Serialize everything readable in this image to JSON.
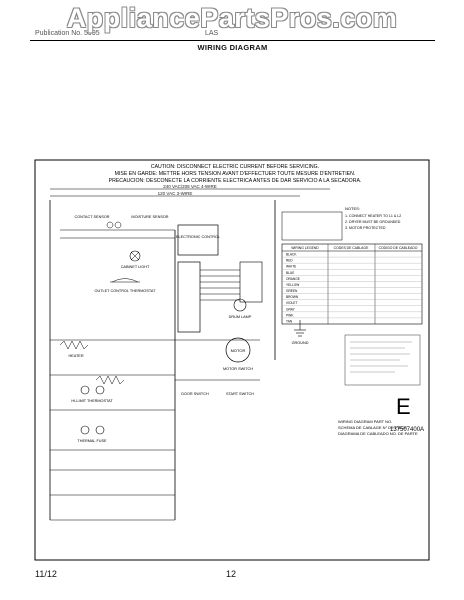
{
  "watermark": "AppliancePartsPros.com",
  "header": {
    "left_text": "Publication No. 5995",
    "right_text": "LAS",
    "title": "WIRING DIAGRAM"
  },
  "caution": {
    "line1": "CAUTION:  DISCONNECT ELECTRIC CURRENT BEFORE SERVICING.",
    "line2": "MISE EN GARDE:  METTRE HORS TENSION AVANT D'EFFECTUER TOUTE MESURE D'ENTRETIEN.",
    "line3": "PRECAUCION:  DESCONECTE LA CORRIENTE ELECTRICA ANTES DE DAR SERVICIO A LA SECADORA."
  },
  "voltage_labels": {
    "v240": "240 VAC/208 VAC 4-WIRE",
    "v120": "120 VAC 3-WIRE"
  },
  "components": {
    "contact_sensor": "CONTACT SENSOR",
    "moisture_sensor": "MOISTURE SENSOR",
    "electronic_control": "ELECTRONIC CONTROL",
    "cabinet_light": "CABINET LIGHT",
    "outlet_control": "OUTLET CONTROL THERMOSTAT",
    "hi_limit": "HI-LIMIT THERMOSTAT",
    "drum_lamp": "DRUM LAMP",
    "motor": "MOTOR",
    "motor_switch": "MOTOR SWITCH",
    "start_switch": "START SWITCH",
    "door_switch": "DOOR SWITCH",
    "heater": "HEATER",
    "thermal_fuse": "THERMAL FUSE",
    "ground": "GROUND"
  },
  "notes": {
    "title": "NOTES:",
    "items": [
      "1. CONNECT HEATER TO L1 & L2",
      "2. DRYER MUST BE GROUNDED",
      "3. MOTOR PROTECTED"
    ]
  },
  "legend": {
    "headers": [
      "WIRING LEGEND",
      "CODES DE CABLAGE",
      "CODIGO DE CABLEADO"
    ],
    "rows": [
      "BLACK",
      "RED",
      "WHITE",
      "BLUE",
      "ORANGE",
      "YELLOW",
      "GREEN",
      "BROWN",
      "VIOLET",
      "GRAY",
      "PINK",
      "TAN"
    ]
  },
  "part_info": {
    "line1": "WIRING DIAGRAM PART NO.",
    "line2": "SCHEMA DE CABLAGE N° DE PIECE",
    "line3": "DIAGRAMA DE CABLEADO NO. DE PARTE",
    "letter": "E",
    "part_no": "137507400",
    "rev": "A"
  },
  "footer": {
    "date": "11/12",
    "page": "12"
  }
}
